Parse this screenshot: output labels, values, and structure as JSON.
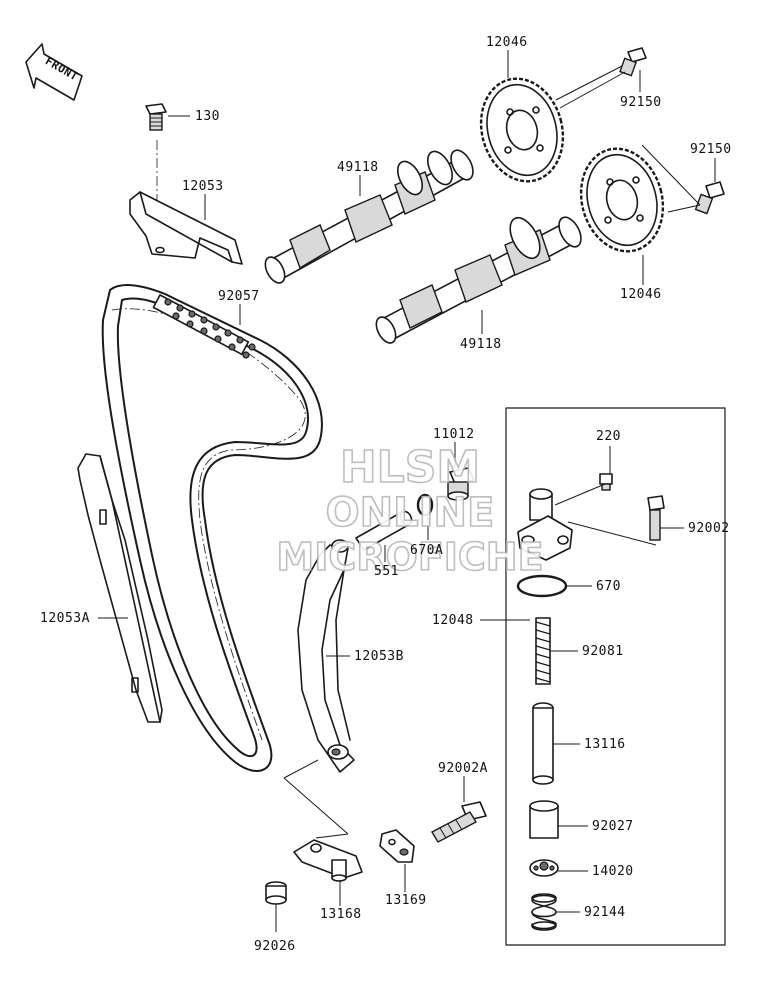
{
  "front_badge": "FRONT",
  "watermark": {
    "line1": "HLSM",
    "line2": "ONLINE",
    "line3": "MICROFICHE"
  },
  "callouts": {
    "p12046_top": "12046",
    "p92150_top": "92150",
    "p130": "130",
    "p12053": "12053",
    "p49118_top": "49118",
    "p92150_right": "92150",
    "p92057": "92057",
    "p12046_bottom": "12046",
    "p49118_bottom": "49118",
    "p11012": "11012",
    "p220": "220",
    "p92002": "92002",
    "p670A": "670A",
    "p551": "551",
    "p670": "670",
    "p12053A": "12053A",
    "p12048": "12048",
    "p92081": "92081",
    "p12053B": "12053B",
    "p13116": "13116",
    "p92002A": "92002A",
    "p92027": "92027",
    "p14020": "14020",
    "p92144": "92144",
    "p13169": "13169",
    "p13168": "13168",
    "p92026": "92026"
  }
}
